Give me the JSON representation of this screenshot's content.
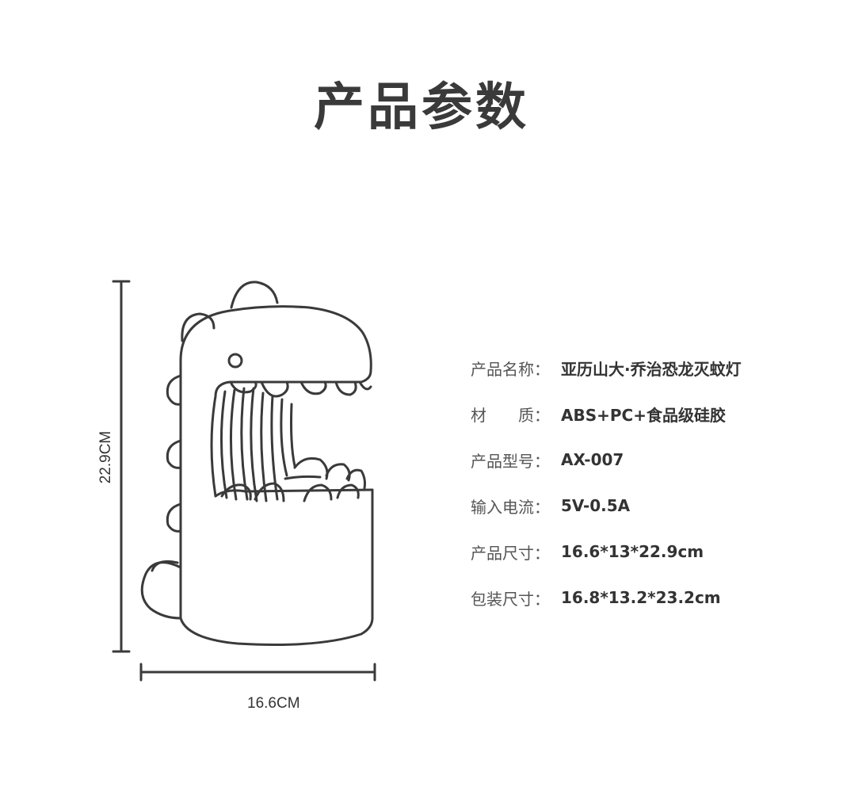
{
  "title": "产品参数",
  "dimensions": {
    "height_label": "22.9CM",
    "width_label": "16.6CM"
  },
  "specs": [
    {
      "key": "产品名称：",
      "value": "亚历山大·乔治恐龙灭蚊灯"
    },
    {
      "key": "材　　质：",
      "value": "ABS+PC+食品级硅胶"
    },
    {
      "key": "产品型号：",
      "value": "AX-007"
    },
    {
      "key": "输入电流：",
      "value": "5V-0.5A"
    },
    {
      "key": "产品尺寸：",
      "value": "16.6*13*22.9cm"
    },
    {
      "key": "包装尺寸：",
      "value": "16.8*13.2*23.2cm"
    }
  ],
  "colors": {
    "line": "#3a3a3a",
    "text": "#333333",
    "label": "#555555",
    "background": "#ffffff"
  }
}
